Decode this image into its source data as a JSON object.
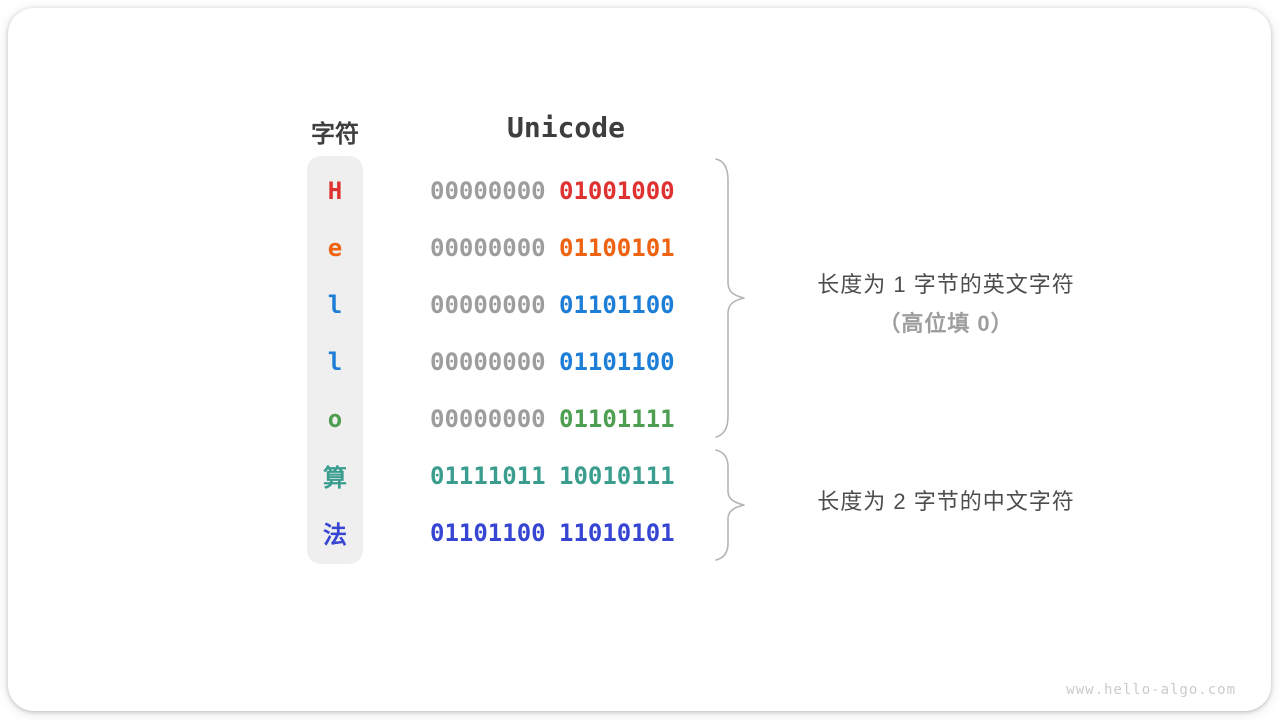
{
  "header": {
    "char_col": "字符",
    "unicode_col": "Unicode"
  },
  "rows": [
    {
      "char": "H",
      "byte_high": "00000000",
      "byte_low": "01001000",
      "color": "#e03131",
      "high_is_padding": true
    },
    {
      "char": "e",
      "byte_high": "00000000",
      "byte_low": "01100101",
      "color": "#ee6311",
      "high_is_padding": true
    },
    {
      "char": "l",
      "byte_high": "00000000",
      "byte_low": "01101100",
      "color": "#1c7ed6",
      "high_is_padding": true
    },
    {
      "char": "l",
      "byte_high": "00000000",
      "byte_low": "01101100",
      "color": "#1c7ed6",
      "high_is_padding": true
    },
    {
      "char": "o",
      "byte_high": "00000000",
      "byte_low": "01101111",
      "color": "#4e9e52",
      "high_is_padding": true
    },
    {
      "char": "算",
      "byte_high": "01111011",
      "byte_low": "10010111",
      "color": "#3a9d8e",
      "high_is_padding": false
    },
    {
      "char": "法",
      "byte_high": "01101100",
      "byte_low": "11010101",
      "color": "#3646d3",
      "high_is_padding": false
    }
  ],
  "colors": {
    "padding_byte_gray": "#9d9d9d"
  },
  "annotations": {
    "ascii_line1": "长度为 1 字节的英文字符",
    "ascii_line2": "（高位填 0）",
    "chinese_line1": "长度为 2 字节的中文字符"
  },
  "watermark": "www.hello-algo.com"
}
